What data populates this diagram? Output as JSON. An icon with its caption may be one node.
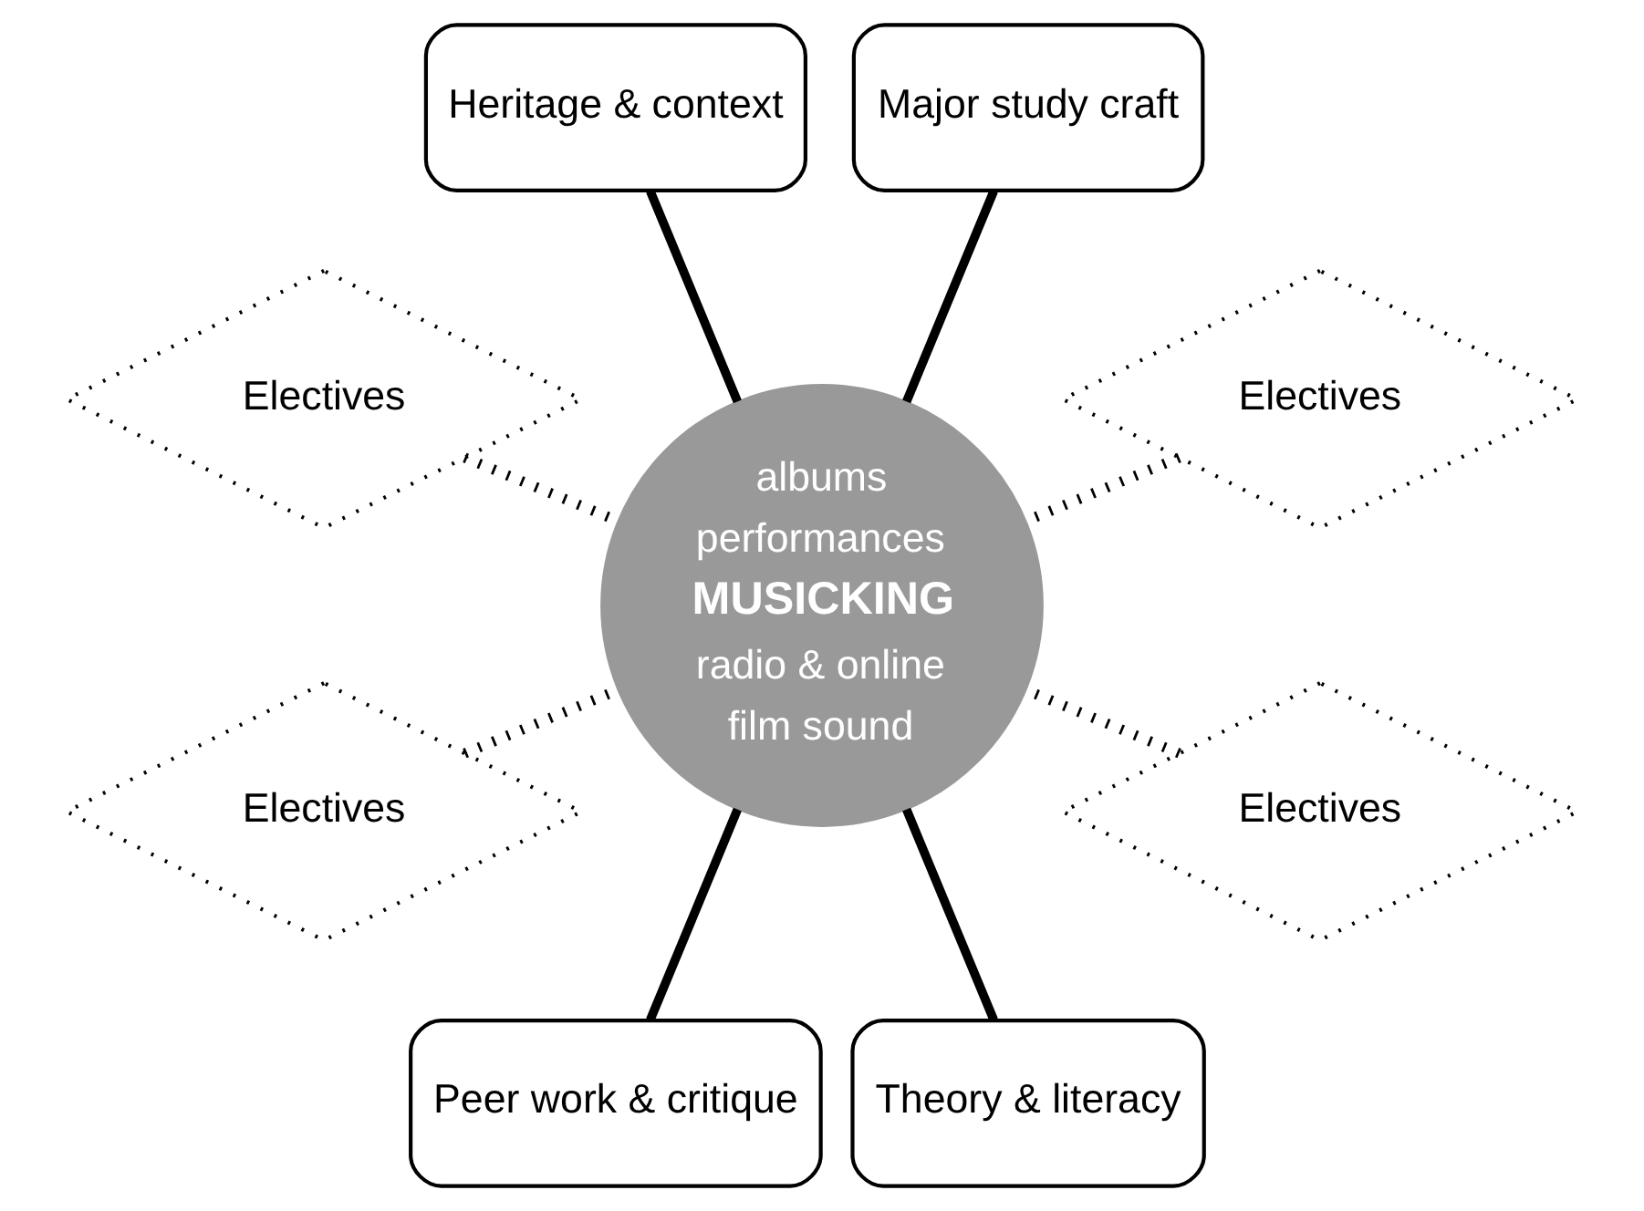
{
  "diagram": {
    "nodes": [
      {
        "text": [
          "Electives"
        ]
      },
      {
        "text": [
          "Major study craft"
        ]
      },
      {
        "text": [
          "Heritage & context"
        ]
      },
      {
        "text": [
          "Electives"
        ]
      },
      {
        "text": [
          "albums",
          "performances",
          "MUSICKING",
          "radio & online",
          "film sound"
        ]
      },
      {
        "text": [
          "Electives"
        ]
      },
      {
        "text": [
          "Peer work & critique"
        ]
      },
      {
        "text": [
          "Theory & literacy"
        ]
      },
      {
        "text": [
          "Electives"
        ]
      }
    ],
    "edges": [
      {
        "from": 0,
        "to": 4,
        "arrow": "none",
        "style": "dashed"
      },
      {
        "from": 1,
        "to": 4,
        "arrow": "none"
      },
      {
        "from": 2,
        "to": 4,
        "arrow": "none"
      },
      {
        "from": 3,
        "to": 4,
        "arrow": "none",
        "style": "dashed"
      },
      {
        "from": 5,
        "to": 4,
        "arrow": "none",
        "style": "dashed"
      },
      {
        "from": 6,
        "to": 4,
        "arrow": "none"
      },
      {
        "from": 7,
        "to": 4,
        "arrow": "none"
      },
      {
        "from": 8,
        "to": 4,
        "arrow": "none",
        "style": "dashed"
      }
    ]
  }
}
